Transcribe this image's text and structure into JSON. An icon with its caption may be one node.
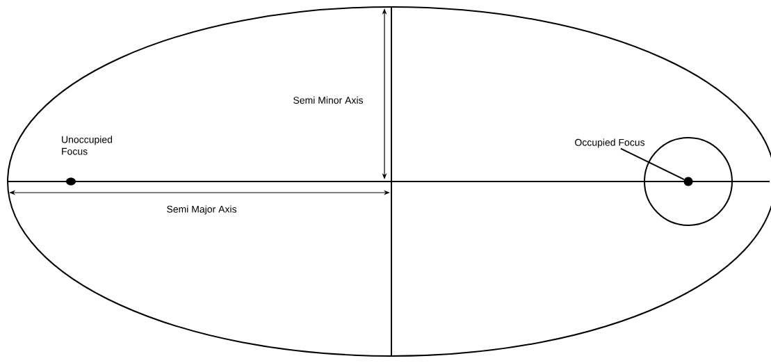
{
  "diagram": {
    "nodes": [
      {
        "text": [
          "Occupied Focus"
        ]
      },
      {
        "text": [],
        "shape": "circle"
      }
    ],
    "edges": [
      {
        "from": 0,
        "to": 1,
        "arrow": "none"
      }
    ],
    "labels": [
      "Semi Minor Axis",
      "Unoccupied Focus",
      "Semi Major Axis"
    ]
  }
}
